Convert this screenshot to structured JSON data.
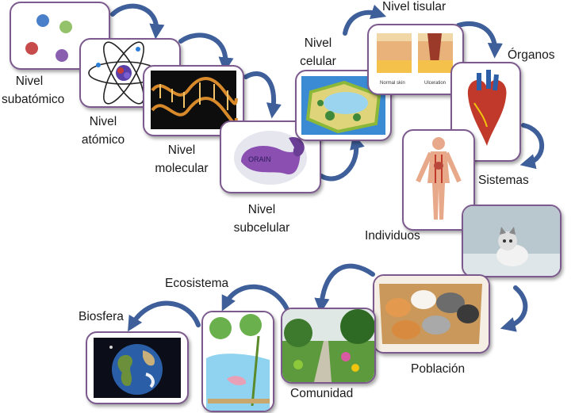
{
  "levels": {
    "subatomico": [
      "Nivel",
      "subatómico"
    ],
    "atomico": [
      "Nivel",
      "atómico"
    ],
    "molecular": [
      "Nivel",
      "molecular"
    ],
    "subcelular": [
      "Nivel",
      "subcelular"
    ],
    "celular": [
      "Nivel",
      "celular"
    ],
    "tisular": "Nivel tisular",
    "organos": "Órganos",
    "sistemas": "Sistemas",
    "individuos": "Individuos",
    "poblacion": "Población",
    "comunidad": "Comunidad",
    "ecosistema": "Ecosistema",
    "biosfera": "Biosfera"
  },
  "tissue_captions": [
    "Normal skin",
    "Ulceration"
  ],
  "molecule_text": "ORAIN",
  "colors": {
    "card_border": "#7c5a8e",
    "arrow": "#3e5f9a",
    "particle_blue": "#4a7fc9",
    "particle_green": "#94c26a",
    "particle_red": "#c74b4b",
    "particle_purple": "#8a5fb0"
  }
}
